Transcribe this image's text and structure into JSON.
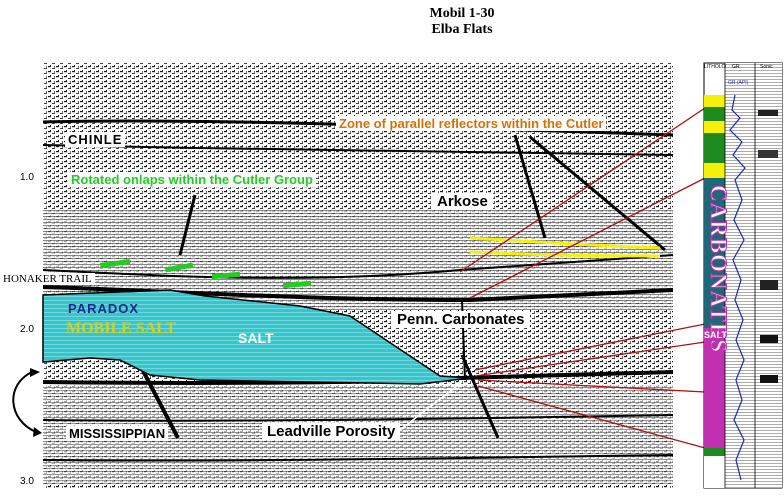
{
  "title": {
    "line1": "Mobil 1-30",
    "line2": "Elba Flats"
  },
  "depth_ticks": [
    "1.0",
    "2.0",
    "3.0"
  ],
  "labels": {
    "chinle": "CHINLE",
    "rotated_onlaps": "Rotated onlaps within the Cutler Group",
    "zone_parallel": "Zone of parallel reflectors within the Cutler",
    "arkose": "Arkose",
    "honaker_trail": "HONAKER TRAIL",
    "paradox": "PARADOX",
    "mobile_salt": "MOBILE SALT",
    "salt": "SALT",
    "penn_carbonates": "Penn. Carbonates",
    "mississippian": "MISSISSIPPIAN",
    "leadville_porosity": "Leadville Porosity"
  },
  "well_log": {
    "header": [
      "LITHOLOGY",
      "GR",
      "Sonic"
    ],
    "scale_label": "GR (API)",
    "carbonates_label": "CARBONATES",
    "salt_label": "SALT"
  },
  "colors": {
    "salt_fill": "#35c6cc",
    "green_marker": "#22cc22",
    "yellow_reflector": "#f5f00a",
    "red_line": "#b01010",
    "orange_text": "#d4700a",
    "carbonates_band": "#1f6878",
    "magenta": "#c030b0"
  }
}
